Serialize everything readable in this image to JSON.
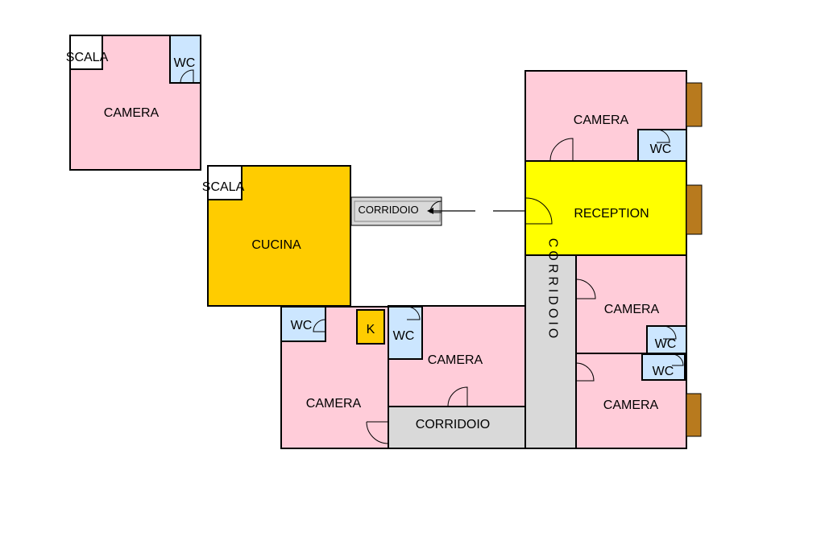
{
  "colors": {
    "camera": "#ffccd9",
    "wc": "#cce6ff",
    "scala": "#ffffff",
    "cucina": "#ffcc00",
    "k": "#ffcc00",
    "corridoio": "#d9d9d9",
    "reception": "#ffff00",
    "balcony": "#b87a1e"
  },
  "labels": {
    "camera_top_left": "CAMERA",
    "scala_top_left": "SCALA",
    "wc_top_left": "WC",
    "scala_cucina": "SCALA",
    "cucina": "CUCINA",
    "corridoio_short": "CORRIDOIO",
    "camera_top_right": "CAMERA",
    "wc_top_right": "WC",
    "reception": "RECEPTION",
    "corridoio_vertical": "CORRIDOIO",
    "camera_right_mid": "CAMERA",
    "wc_right_mid": "WC",
    "camera_right_bottom": "CAMERA",
    "wc_right_bottom": "WC",
    "wc_bottom_left": "WC",
    "k": "K",
    "wc_bottom_center": "WC",
    "camera_bottom_center": "CAMERA",
    "camera_bottom_left": "CAMERA",
    "corridoio_bottom": "CORRIDOIO"
  }
}
